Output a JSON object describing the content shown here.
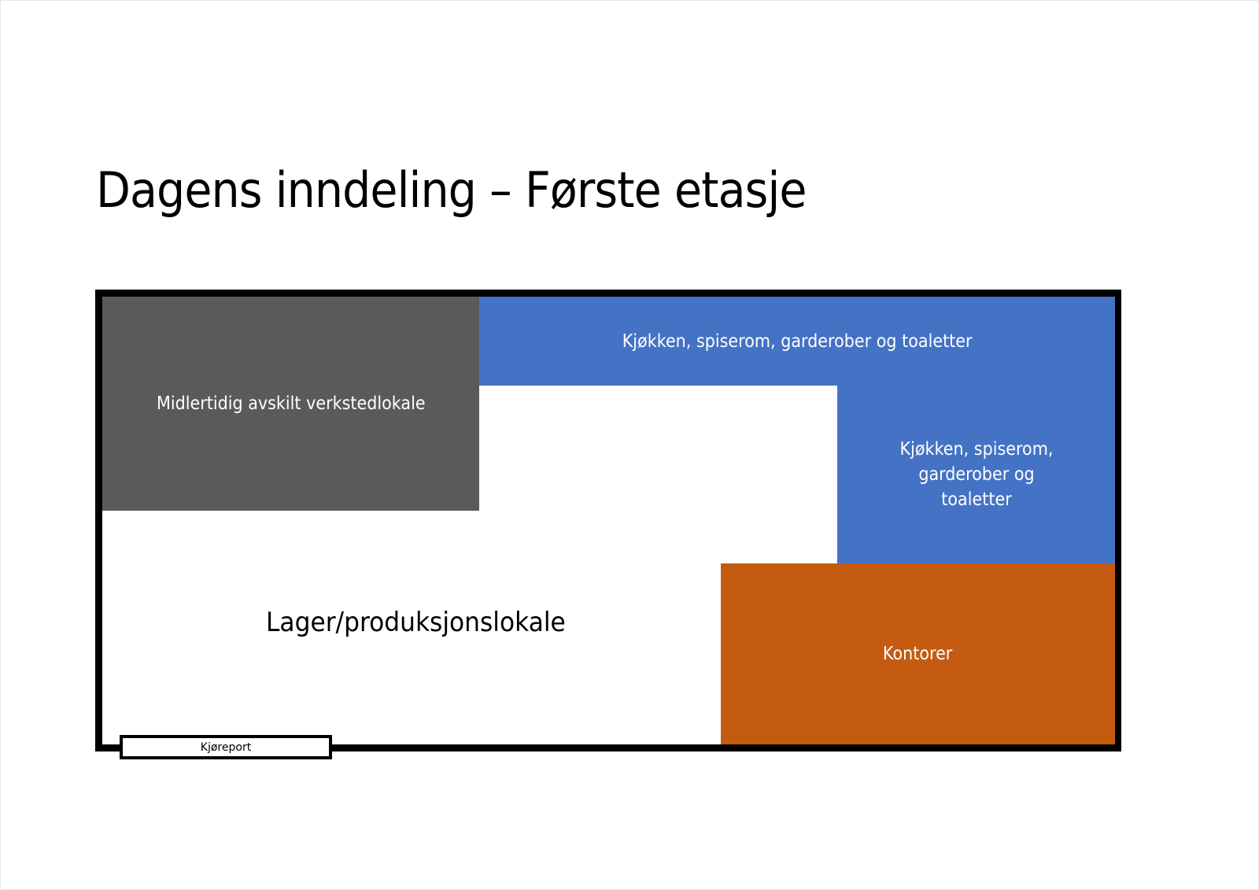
{
  "title": "Dagens inndeling – Første etasje",
  "floor_plan": {
    "outline_color": "#000000",
    "rooms": [
      {
        "id": "workshop",
        "label": "Midlertidig avskilt verkstedlokale",
        "color": "#5a5a5a"
      },
      {
        "id": "kitchen-top",
        "label": "Kjøkken, spiserom, garderober og toaletter",
        "color": "#4472c4"
      },
      {
        "id": "kitchen-right",
        "label": "Kjøkken, spiserom, garderober og toaletter",
        "color": "#4472c4"
      },
      {
        "id": "offices",
        "label": "Kontorer",
        "color": "#c55a11"
      },
      {
        "id": "warehouse",
        "label": "Lager/produksjonslokale",
        "color": "#ffffff"
      }
    ],
    "door": {
      "label": "Kjøreport"
    }
  }
}
